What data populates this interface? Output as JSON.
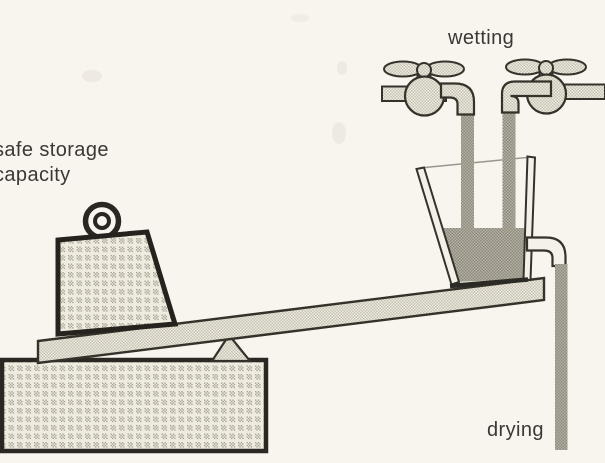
{
  "labels": {
    "wetting": "wetting",
    "drying": "drying",
    "safe_storage_line1": "safe storage",
    "safe_storage_line2": "capacity"
  },
  "colors": {
    "paper": "#f7f5ee",
    "outline_ink": "#35322c",
    "heavy_ink": "#26231f",
    "hatch_light": "#d9d6c9",
    "water_gray": "#aba698",
    "label_text": "#3b3833"
  }
}
